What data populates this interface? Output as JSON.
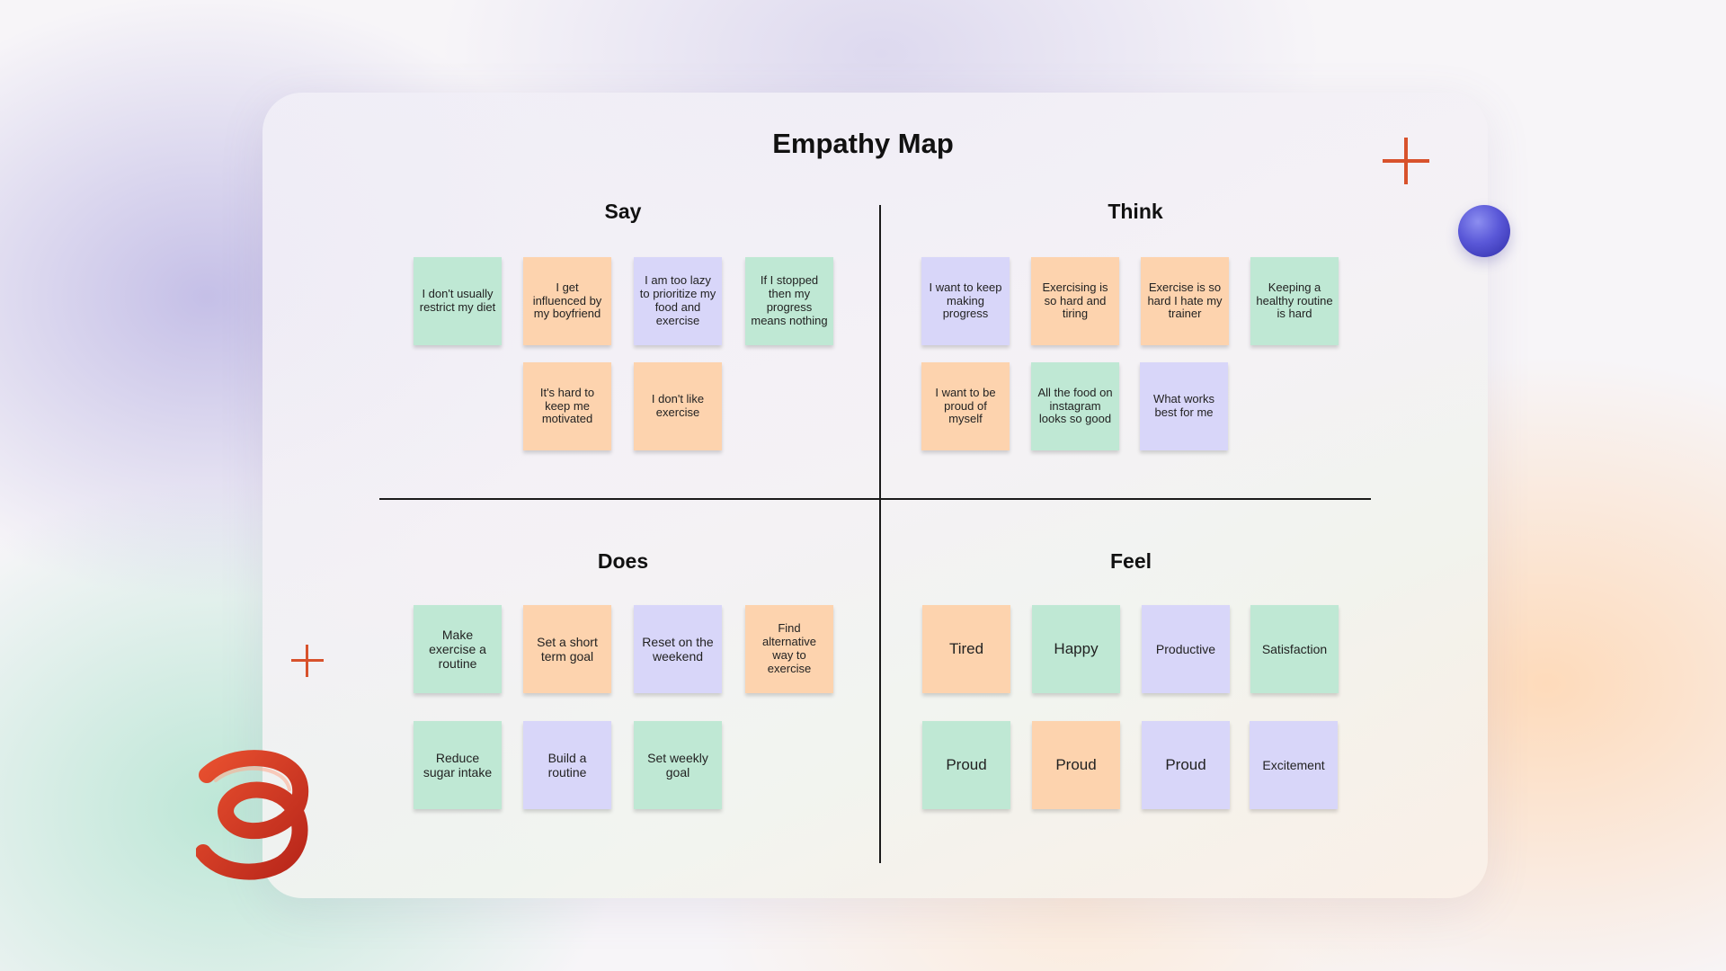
{
  "title": "Empathy Map",
  "colors": {
    "green": "#bfe8d4",
    "orange": "#fdd3ae",
    "purple": "#d8d6f9",
    "accent": "#d8522c",
    "sphere": "#5a58d8"
  },
  "quadrants": {
    "say": {
      "label": "Say",
      "notes": [
        {
          "text": "I don't usually restrict my diet",
          "color": "green"
        },
        {
          "text": "I get influenced by my boyfriend",
          "color": "orange"
        },
        {
          "text": "I am too lazy to prioritize my food and exercise",
          "color": "purple"
        },
        {
          "text": "If I stopped then my progress means nothing",
          "color": "green"
        },
        {
          "text": "It's hard to keep me motivated",
          "color": "orange"
        },
        {
          "text": "I don't like exercise",
          "color": "orange"
        }
      ]
    },
    "think": {
      "label": "Think",
      "notes": [
        {
          "text": "I want to keep making progress",
          "color": "purple"
        },
        {
          "text": "Exercising is so hard and tiring",
          "color": "orange"
        },
        {
          "text": "Exercise is so hard I hate my trainer",
          "color": "orange"
        },
        {
          "text": "Keeping a healthy routine is hard",
          "color": "green"
        },
        {
          "text": "I want to be proud of myself",
          "color": "orange"
        },
        {
          "text": "All the food on instagram looks so good",
          "color": "green"
        },
        {
          "text": "What works best for me",
          "color": "purple"
        }
      ]
    },
    "does": {
      "label": "Does",
      "notes": [
        {
          "text": "Make exercise a routine",
          "color": "green"
        },
        {
          "text": "Set a short term goal",
          "color": "orange"
        },
        {
          "text": "Reset on the weekend",
          "color": "purple"
        },
        {
          "text": "Find alternative way to exercise",
          "color": "orange"
        },
        {
          "text": "Reduce sugar intake",
          "color": "green"
        },
        {
          "text": "Build a routine",
          "color": "purple"
        },
        {
          "text": "Set weekly goal",
          "color": "green"
        }
      ]
    },
    "feel": {
      "label": "Feel",
      "notes": [
        {
          "text": "Tired",
          "color": "orange"
        },
        {
          "text": "Happy",
          "color": "green"
        },
        {
          "text": "Productive",
          "color": "purple"
        },
        {
          "text": "Satisfaction",
          "color": "green"
        },
        {
          "text": "Proud",
          "color": "green"
        },
        {
          "text": "Proud",
          "color": "orange"
        },
        {
          "text": "Proud",
          "color": "purple"
        },
        {
          "text": "Excitement",
          "color": "purple"
        }
      ]
    }
  }
}
